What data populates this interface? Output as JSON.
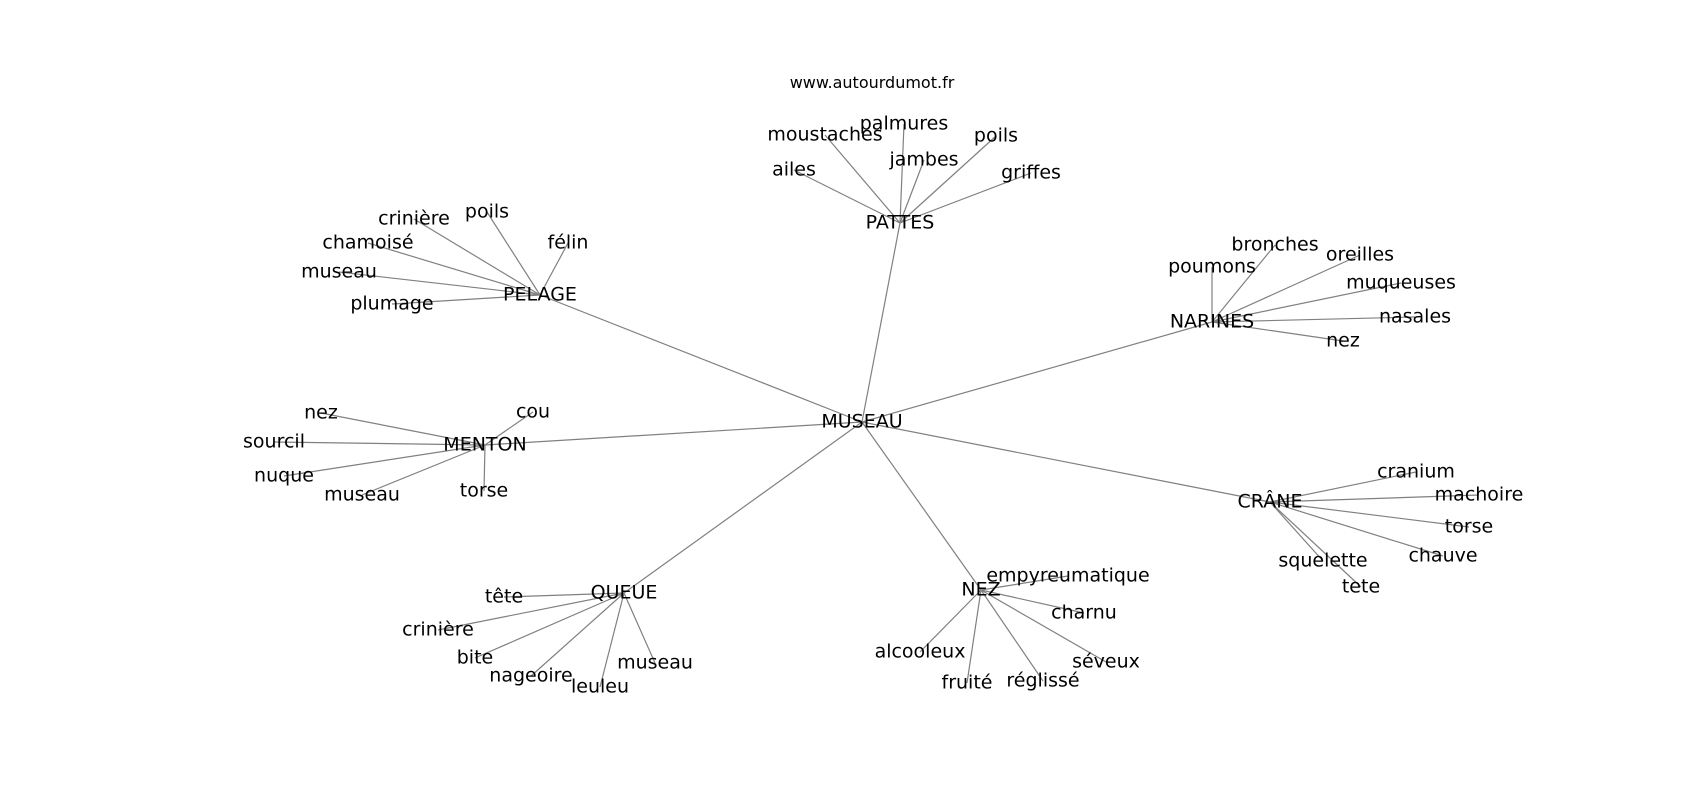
{
  "site_url": "www.autourdumot.fr",
  "graph": {
    "center": "MUSEAU",
    "groups": [
      {
        "label": "PATTES",
        "leaves": [
          "ailes",
          "moustaches",
          "palmures",
          "jambes",
          "poils",
          "griffes"
        ]
      },
      {
        "label": "PELAGE",
        "leaves": [
          "crinière",
          "poils",
          "félin",
          "chamoisé",
          "museau",
          "plumage"
        ]
      },
      {
        "label": "NARINES",
        "leaves": [
          "poumons",
          "bronches",
          "oreilles",
          "muqueuses",
          "nasales",
          "nez"
        ]
      },
      {
        "label": "MENTON",
        "leaves": [
          "nez",
          "sourcil",
          "nuque",
          "museau",
          "cou",
          "torse"
        ]
      },
      {
        "label": "CRÂNE",
        "leaves": [
          "cranium",
          "machoire",
          "torse",
          "chauve",
          "squelette",
          "tete"
        ]
      },
      {
        "label": "QUEUE",
        "leaves": [
          "tête",
          "crinière",
          "bite",
          "nageoire",
          "leuleu",
          "museau"
        ]
      },
      {
        "label": "NEZ",
        "leaves": [
          "empyreumatique",
          "charnu",
          "alcooleux",
          "fruité",
          "réglissé",
          "séveux"
        ]
      }
    ]
  }
}
